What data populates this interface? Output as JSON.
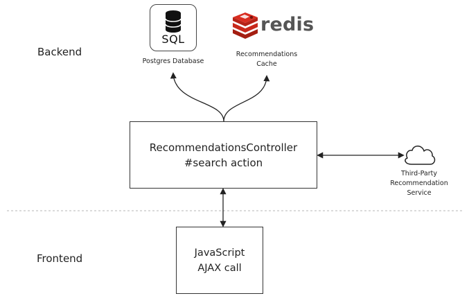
{
  "sections": {
    "backend": "Backend",
    "frontend": "Frontend"
  },
  "nodes": {
    "postgres": {
      "icon_text": "SQL",
      "label": "Postgres Database"
    },
    "redis": {
      "logo_text": "redis",
      "label_line1": "Recommendations",
      "label_line2": "Cache"
    },
    "controller": {
      "line1": "RecommendationsController",
      "line2": "#search action"
    },
    "third_party": {
      "line1": "Third-Party",
      "line2": "Recommendation",
      "line3": "Service"
    },
    "frontend_call": {
      "line1": "JavaScript",
      "line2": "AJAX call"
    }
  },
  "colors": {
    "redis_red": "#d82c20",
    "stroke": "#222222",
    "divider": "#b5b5b5"
  },
  "icons": [
    "database-icon",
    "redis-logo-icon",
    "cloud-icon"
  ]
}
